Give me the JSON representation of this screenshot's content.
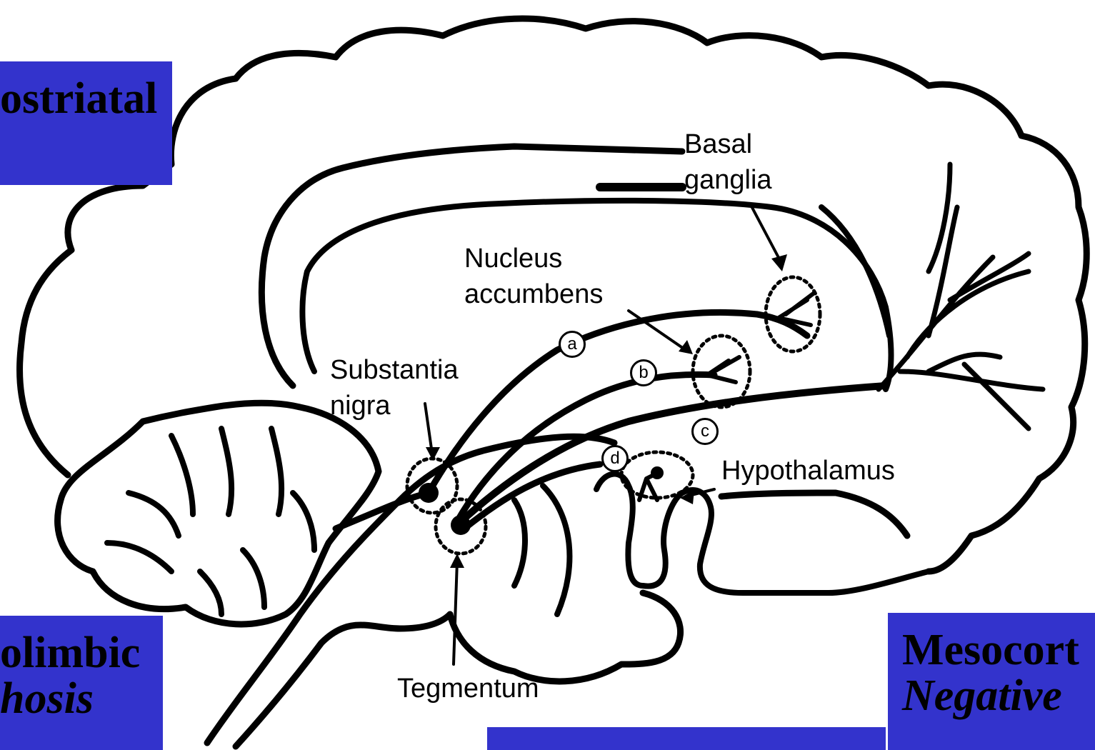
{
  "labels": {
    "basal_ganglia_l1": "Basal",
    "basal_ganglia_l2": "ganglia",
    "nucleus_accumbens_l1": "Nucleus",
    "nucleus_accumbens_l2": "accumbens",
    "substantia_nigra_l1": "Substantia",
    "substantia_nigra_l2": "nigra",
    "hypothalamus": "Hypothalamus",
    "tegmentum": "Tegmentum"
  },
  "pathway_markers": [
    "a",
    "b",
    "c",
    "d"
  ],
  "boxes": {
    "nigrostriatal": {
      "line1": "ostriatal"
    },
    "mesolimbic": {
      "line1": "olimbic",
      "line2": "hosis"
    },
    "mesocortical": {
      "line1": "Mesocort",
      "line2": "Negative"
    },
    "tuberoinfundibular": {
      "line1": ""
    }
  },
  "colors": {
    "box_fill": "#3333cc",
    "ink": "#000000",
    "background": "#ffffff"
  }
}
